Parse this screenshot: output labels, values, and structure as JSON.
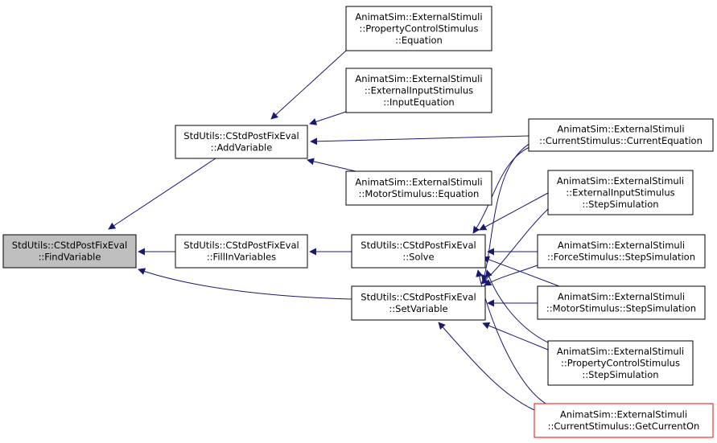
{
  "colors": {
    "edge": "#191970",
    "node_border": "#000000",
    "node_highlight_border": "#ff0000",
    "focus_fill": "#bfbfbf",
    "node_fill": "#ffffff",
    "text": "#000000"
  },
  "nodes": [
    {
      "id": "find",
      "lines": [
        "StdUtils::CStdPostFixEval",
        "::FindVariable"
      ],
      "style": "focus"
    },
    {
      "id": "add",
      "lines": [
        "StdUtils::CStdPostFixEval",
        "::AddVariable"
      ],
      "style": "normal"
    },
    {
      "id": "fill",
      "lines": [
        "StdUtils::CStdPostFixEval",
        "::FillInVariables"
      ],
      "style": "normal"
    },
    {
      "id": "solve",
      "lines": [
        "StdUtils::CStdPostFixEval",
        "::Solve"
      ],
      "style": "normal"
    },
    {
      "id": "setv",
      "lines": [
        "StdUtils::CStdPostFixEval",
        "::SetVariable"
      ],
      "style": "normal"
    },
    {
      "id": "pcs_eq",
      "lines": [
        "AnimatSim::ExternalStimuli",
        "::PropertyControlStimulus",
        "::Equation"
      ],
      "style": "normal"
    },
    {
      "id": "eis_in",
      "lines": [
        "AnimatSim::ExternalStimuli",
        "::ExternalInputStimulus",
        "::InputEquation"
      ],
      "style": "normal"
    },
    {
      "id": "ms_eq",
      "lines": [
        "AnimatSim::ExternalStimuli",
        "::MotorStimulus::Equation"
      ],
      "style": "normal"
    },
    {
      "id": "cs_eq",
      "lines": [
        "AnimatSim::ExternalStimuli",
        "::CurrentStimulus::CurrentEquation"
      ],
      "style": "normal"
    },
    {
      "id": "eis_step",
      "lines": [
        "AnimatSim::ExternalStimuli",
        "::ExternalInputStimulus",
        "::StepSimulation"
      ],
      "style": "normal"
    },
    {
      "id": "fs_step",
      "lines": [
        "AnimatSim::ExternalStimuli",
        "::ForceStimulus::StepSimulation"
      ],
      "style": "normal"
    },
    {
      "id": "ms_step",
      "lines": [
        "AnimatSim::ExternalStimuli",
        "::MotorStimulus::StepSimulation"
      ],
      "style": "normal"
    },
    {
      "id": "pcs_step",
      "lines": [
        "AnimatSim::ExternalStimuli",
        "::PropertyControlStimulus",
        "::StepSimulation"
      ],
      "style": "normal"
    },
    {
      "id": "cs_on",
      "lines": [
        "AnimatSim::ExternalStimuli",
        "::CurrentStimulus::GetCurrentOn"
      ],
      "style": "highlight"
    }
  ],
  "edges": [
    {
      "from": "add",
      "to": "find"
    },
    {
      "from": "fill",
      "to": "find"
    },
    {
      "from": "setv",
      "to": "find"
    },
    {
      "from": "pcs_eq",
      "to": "add"
    },
    {
      "from": "eis_in",
      "to": "add"
    },
    {
      "from": "cs_eq",
      "to": "add"
    },
    {
      "from": "ms_eq",
      "to": "add"
    },
    {
      "from": "solve",
      "to": "fill"
    },
    {
      "from": "cs_eq",
      "to": "solve"
    },
    {
      "from": "eis_step",
      "to": "solve"
    },
    {
      "from": "fs_step",
      "to": "solve"
    },
    {
      "from": "ms_step",
      "to": "solve"
    },
    {
      "from": "pcs_step",
      "to": "solve"
    },
    {
      "from": "cs_on",
      "to": "solve"
    },
    {
      "from": "cs_eq",
      "to": "setv"
    },
    {
      "from": "eis_step",
      "to": "setv"
    },
    {
      "from": "fs_step",
      "to": "setv"
    },
    {
      "from": "ms_step",
      "to": "setv"
    },
    {
      "from": "pcs_step",
      "to": "setv"
    },
    {
      "from": "cs_on",
      "to": "setv"
    }
  ]
}
